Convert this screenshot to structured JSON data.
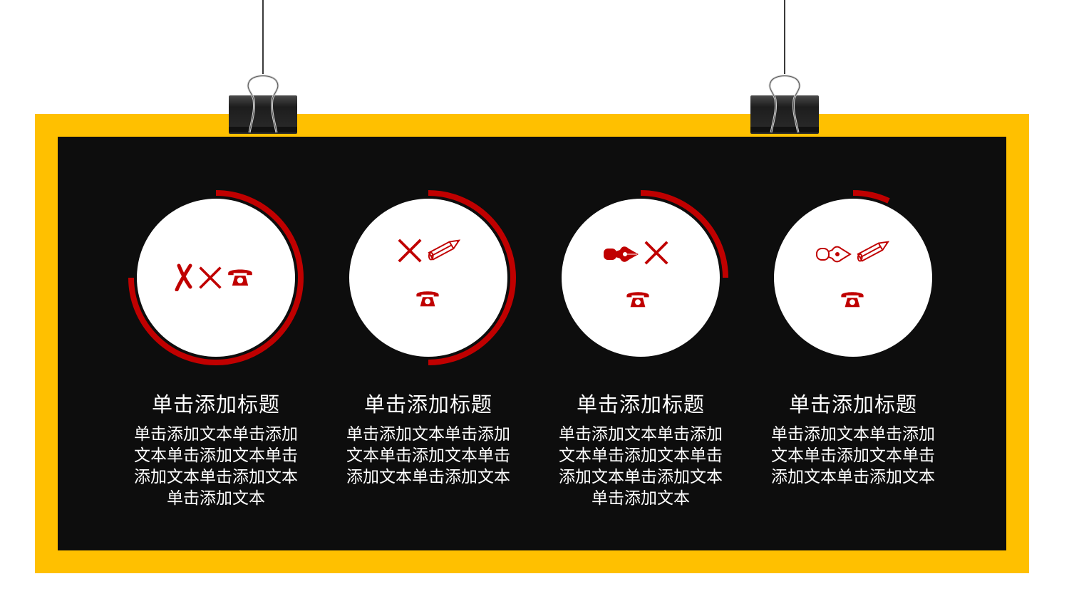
{
  "colors": {
    "frame": "#FFC000",
    "board": "#0D0D0D",
    "accent": "#C00000",
    "circle": "#FFFFFF",
    "text": "#FFFFFF"
  },
  "cards": [
    {
      "title": "单击添加标题",
      "body_lines": [
        "单击添加文本单击添加",
        "文本单击添加文本单击",
        "添加文本单击添加文本",
        "单击添加文本"
      ],
      "progress_percent": 75,
      "icons": [
        "handwritten-x-icon",
        "x-icon",
        "telephone-icon"
      ]
    },
    {
      "title": "单击添加标题",
      "body_lines": [
        "单击添加文本单击添加",
        "文本单击添加文本单击",
        "添加文本单击添加文本"
      ],
      "progress_percent": 50,
      "icons": [
        "x-icon",
        "pencil-icon",
        "telephone-icon"
      ]
    },
    {
      "title": "单击添加标题",
      "body_lines": [
        "单击添加文本单击添加",
        "文本单击添加文本单击",
        "添加文本单击添加文本",
        "单击添加文本"
      ],
      "progress_percent": 25,
      "icons": [
        "fountain-pen-nib-icon",
        "x-icon",
        "telephone-icon"
      ]
    },
    {
      "title": "单击添加标题",
      "body_lines": [
        "单击添加文本单击添加",
        "文本单击添加文本单击",
        "添加文本单击添加文本"
      ],
      "progress_percent": 8,
      "icons": [
        "fountain-pen-nib-outline-icon",
        "pencil-icon",
        "telephone-icon"
      ]
    }
  ]
}
